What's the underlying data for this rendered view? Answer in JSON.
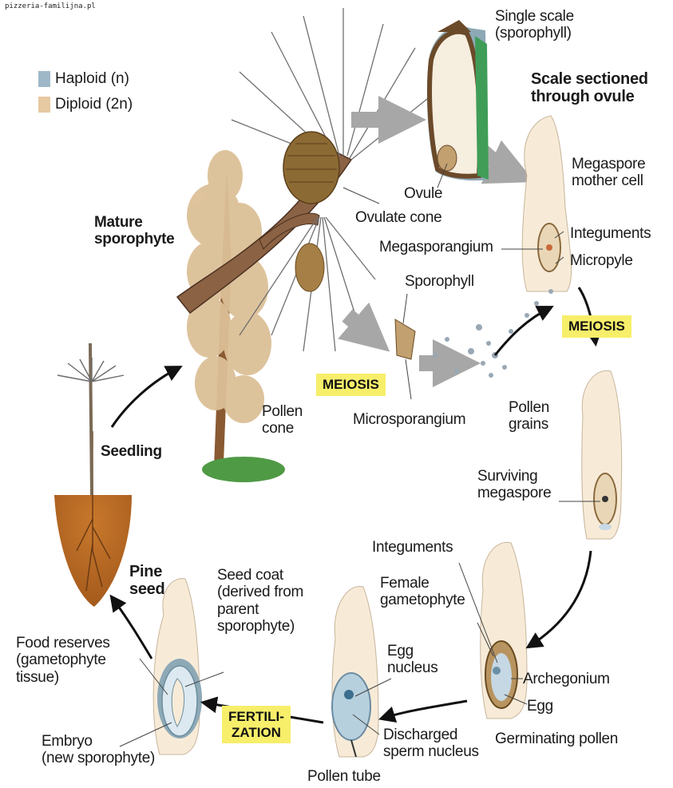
{
  "watermark": "pizzeria-familijna.pl",
  "legend": {
    "haploid_label": "Haploid (n)",
    "diploid_label": "Diploid (2n)",
    "haploid_color": "#9fb8c8",
    "diploid_color": "#e6c9a1"
  },
  "labels": {
    "single_scale": "Single scale\n(sporophyll)",
    "scale_sectioned": "Scale sectioned\nthrough ovule",
    "megaspore_mother_cell": "Megaspore\nmother cell",
    "integuments_top": "Integuments",
    "micropyle": "Micropyle",
    "ovule": "Ovule",
    "ovulate_cone": "Ovulate cone",
    "megasporangium": "Megasporangium",
    "mature_sporophyte": "Mature\nsporophyte",
    "sporophyll": "Sporophyll",
    "pollen_cone": "Pollen\ncone",
    "microsporangium": "Microsporangium",
    "pollen_grains": "Pollen\ngrains",
    "seedling": "Seedling",
    "surviving_megaspore": "Surviving\nmegaspore",
    "integuments_bottom": "Integuments",
    "female_gametophyte": "Female\ngametophyte",
    "archegonium": "Archegonium",
    "egg": "Egg",
    "germinating_pollen": "Germinating pollen",
    "egg_nucleus": "Egg\nnucleus",
    "discharged_sperm": "Discharged\nsperm nucleus",
    "pollen_tube": "Pollen tube",
    "pine_seed": "Pine\nseed",
    "seed_coat": "Seed coat\n(derived from\nparent\nsporophyte)",
    "food_reserves": "Food reserves\n(gametophyte\ntissue)",
    "embryo": "Embryo\n(new sporophyte)"
  },
  "stages": {
    "meiosis_right": "MEIOSIS",
    "meiosis_center": "MEIOSIS",
    "fertilization": "FERTILI-\nZATION"
  }
}
